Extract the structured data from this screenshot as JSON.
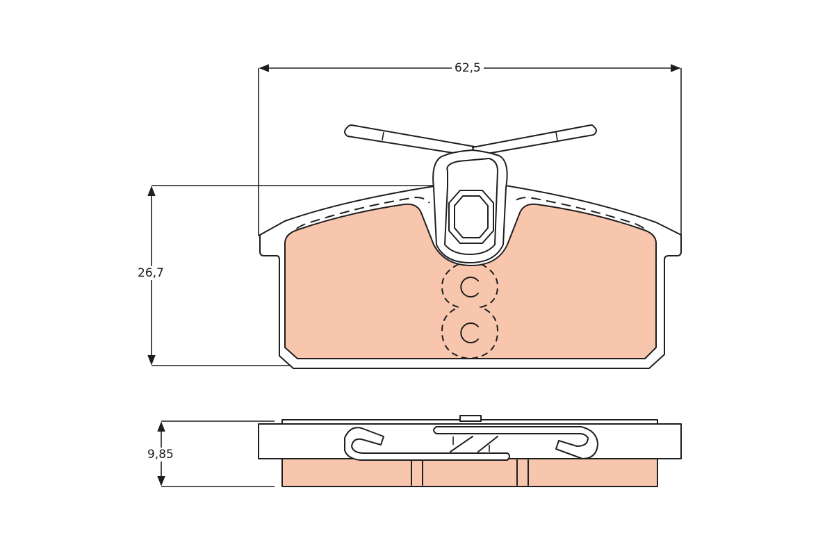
{
  "diagram": {
    "subject": "brake pad technical drawing",
    "views": [
      "top-view",
      "side-view"
    ],
    "colors": {
      "friction_material": "#f7c6ad",
      "line": "#1e1e1e",
      "background": "#ffffff"
    },
    "dimensions": {
      "width": {
        "label": "62,5",
        "axis": "horizontal"
      },
      "height": {
        "label": "26,7",
        "axis": "vertical"
      },
      "thickness": {
        "label": "9,85",
        "axis": "vertical"
      }
    }
  }
}
